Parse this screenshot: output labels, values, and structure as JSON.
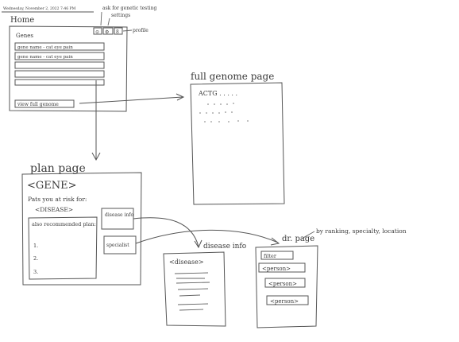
{
  "header": {
    "date_time": "Wednesday, November 2, 2022",
    "time": "7:46 PM"
  },
  "home": {
    "title": "Home",
    "notes_top": "ask for genetic testing",
    "notes_settings": "settings",
    "profile_label": "profile",
    "icons": [
      "⊙",
      "⚙",
      "8"
    ],
    "section_label": "Genes",
    "rows": [
      "gene name - cat eye pain",
      "gene name - cat eye pain"
    ],
    "button": "view full genome"
  },
  "genome": {
    "title": "full genome page",
    "first_line": "ACTG . . . . ."
  },
  "plan": {
    "title": "plan page",
    "gene": "<GENE>",
    "risk_text": "Pats you at risk for:",
    "disease": "<DISEASE>",
    "actions_title": "also recommended plan:",
    "actions": [
      "1.",
      "2.",
      "3."
    ],
    "disease_btn": "disease info",
    "specialist_btn": "specialist"
  },
  "disease_page": {
    "title": "disease info",
    "heading": "<disease>"
  },
  "dr_page": {
    "title": "dr. page",
    "annotation": "by ranking, specialty, location",
    "filter": "filter",
    "people": [
      "<person>",
      "<person>",
      "<person>"
    ]
  }
}
